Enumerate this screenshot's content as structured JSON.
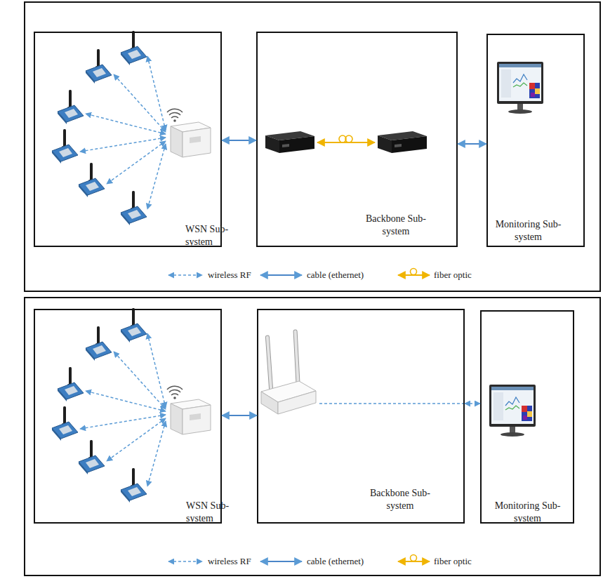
{
  "diagram": {
    "nodes": [
      {
        "text": [
          "WSN Sub-system"
        ]
      },
      {
        "text": [
          "Backbone Sub-system"
        ]
      },
      {
        "text": [
          "Monitoring Sub-system"
        ]
      },
      {
        "text": [
          "WSN Sub-system"
        ]
      },
      {
        "text": [
          "Backbone Sub-system"
        ]
      },
      {
        "text": [
          "Monitoring Sub-system"
        ]
      }
    ],
    "edges": [
      {
        "from": 0,
        "to": 1,
        "arrow": "both"
      },
      {
        "from": 1,
        "to": 2,
        "arrow": "both"
      },
      {
        "from": 3,
        "to": 4,
        "arrow": "both"
      },
      {
        "from": 4,
        "to": 5,
        "arrow": "both"
      }
    ],
    "legend": [
      {
        "text": "wireless RF"
      },
      {
        "text": "cable (ethernet)"
      },
      {
        "text": "fiber optic"
      },
      {
        "text": "wireless RF"
      },
      {
        "text": "cable (ethernet)"
      },
      {
        "text": "fiber optic"
      }
    ]
  }
}
